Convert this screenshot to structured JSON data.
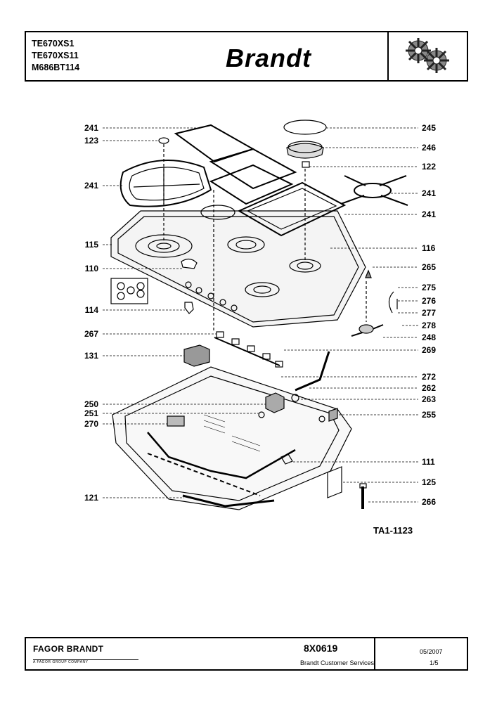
{
  "header": {
    "models": [
      "TE670XS1",
      "TE670XS11",
      "M686BT114"
    ],
    "brand": "Brandt",
    "logo_icon": "gears-icon"
  },
  "diagram": {
    "reference": "TA1-1123",
    "callouts_left": [
      "241",
      "123",
      "241",
      "115",
      "110",
      "114",
      "267",
      "131",
      "250",
      "251",
      "270",
      "121"
    ],
    "callouts_right": [
      "245",
      "246",
      "122",
      "241",
      "241",
      "116",
      "265",
      "275",
      "276",
      "277",
      "278",
      "248",
      "269",
      "272",
      "262",
      "263",
      "255",
      "111",
      "125",
      "266"
    ]
  },
  "footer": {
    "company": "FAGOR BRANDT",
    "company_sub": "A FAGOR GROUP COMPANY",
    "doc_code": "8X0619",
    "service": "Brandt Customer Services",
    "date": "05/2007",
    "page": "1/5"
  }
}
